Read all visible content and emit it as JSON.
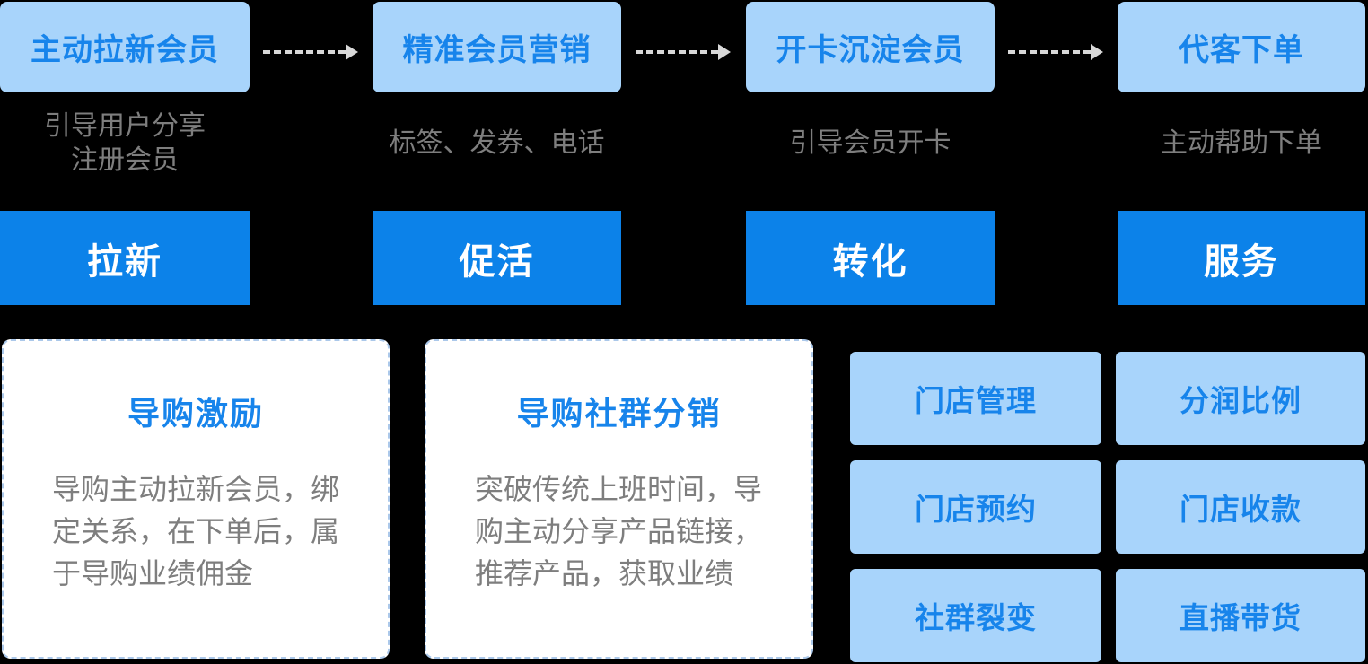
{
  "palette": {
    "light_blue": "#A8D4FB",
    "blue_text": "#1784EB",
    "dark_blue": "#0C82E9",
    "gray_text": "#7E7E7E",
    "card_border": "#ABC8EA",
    "arrow": "#D8D8D8",
    "background": "#000000",
    "card_bg": "#FFFFFF"
  },
  "flow_columns": [
    {
      "title": "主动拉新会员",
      "subtitle": "引导用户分享\n注册会员",
      "stage": "拉新"
    },
    {
      "title": "精准会员营销",
      "subtitle": "标签、发券、电话",
      "stage": "促活"
    },
    {
      "title": "开卡沉淀会员",
      "subtitle": "引导会员开卡",
      "stage": "转化"
    },
    {
      "title": "代客下单",
      "subtitle": "主动帮助下单",
      "stage": "服务"
    }
  ],
  "info_cards": [
    {
      "title": "导购激励",
      "body": "导购主动拉新会员，绑\n定关系，在下单后，属\n于导购业绩佣金"
    },
    {
      "title": "导购社群分销",
      "body": "突破传统上班时间，导\n购主动分享产品链接，\n推荐产品，获取业绩"
    }
  ],
  "feature_grid": [
    [
      "门店管理",
      "分润比例"
    ],
    [
      "门店预约",
      "门店收款"
    ],
    [
      "社群裂变",
      "直播带货"
    ]
  ]
}
